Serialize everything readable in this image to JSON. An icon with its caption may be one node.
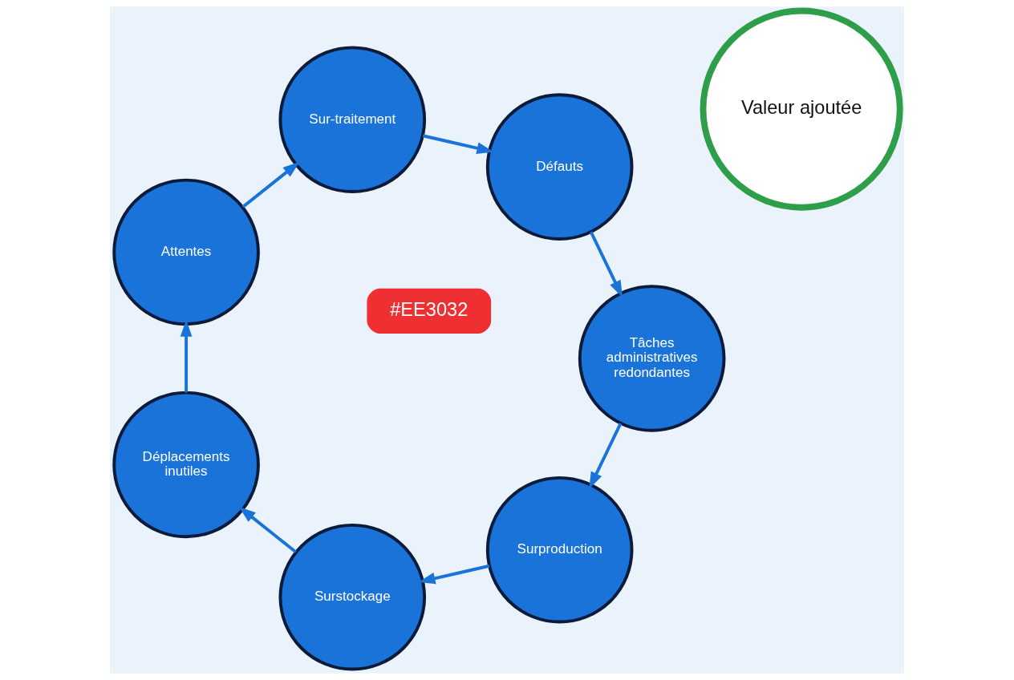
{
  "diagram": {
    "nodes": [
      {
        "text": [
          "Valeur ajoutée"
        ]
      },
      {
        "text": [
          "Surproduction"
        ]
      },
      {
        "text": [
          "Surstockage"
        ]
      },
      {
        "text": [
          "Déplacements inutiles"
        ]
      },
      {
        "text": [
          "Attentes"
        ]
      },
      {
        "text": [
          "Sur-traitement"
        ]
      },
      {
        "text": [
          "Défauts"
        ]
      },
      {
        "text": [
          "Tâches administratives redondantes"
        ]
      },
      {
        "text": [
          "#EE3032"
        ]
      }
    ],
    "edges": [
      {
        "from": 1,
        "to": 2,
        "arrow": "to"
      },
      {
        "from": 2,
        "to": 3,
        "arrow": "to"
      },
      {
        "from": 3,
        "to": 4,
        "arrow": "to"
      },
      {
        "from": 4,
        "to": 5,
        "arrow": "to"
      },
      {
        "from": 5,
        "to": 6,
        "arrow": "to"
      },
      {
        "from": 6,
        "to": 7,
        "arrow": "to"
      },
      {
        "from": 7,
        "to": 1,
        "arrow": "to"
      }
    ]
  }
}
